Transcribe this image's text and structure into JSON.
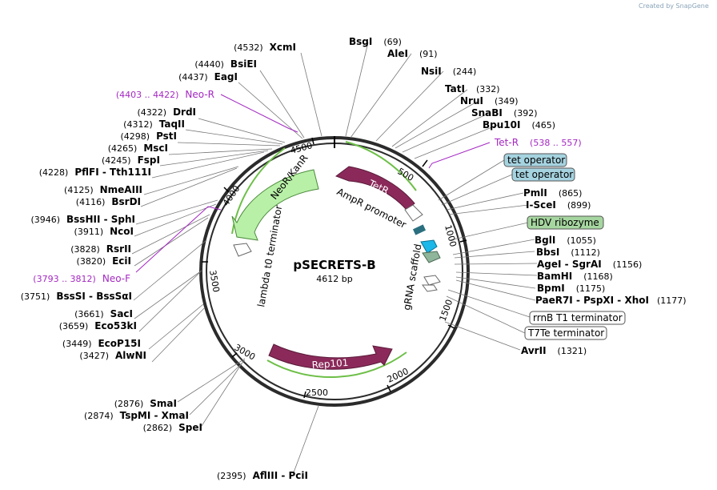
{
  "watermark": "Created by SnapGene",
  "plasmid": {
    "name": "pSECRETS-B",
    "size_label": "4612 bp"
  },
  "ticks": [
    "500",
    "1000",
    "1500",
    "2000",
    "2500",
    "3000",
    "3500",
    "4000",
    "4500"
  ],
  "sites_right": [
    {
      "pos": "(69)",
      "name": "BsgI"
    },
    {
      "pos": "(91)",
      "name": "AleI"
    },
    {
      "pos": "(244)",
      "name": "NsiI"
    },
    {
      "pos": "(332)",
      "name": "TatI"
    },
    {
      "pos": "(349)",
      "name": "NruI"
    },
    {
      "pos": "(392)",
      "name": "SnaBI"
    },
    {
      "pos": "(465)",
      "name": "Bpu10I"
    },
    {
      "pos": "(538 .. 557)",
      "name": "Tet-R",
      "primer": true
    },
    {
      "name": "tet operator",
      "box": true
    },
    {
      "name": "tet operator",
      "box": true
    },
    {
      "pos": "(865)",
      "name": "PmlI"
    },
    {
      "pos": "(899)",
      "name": "I-SceI"
    },
    {
      "name": "HDV ribozyme",
      "box": true
    },
    {
      "pos": "(1055)",
      "name": "BglI"
    },
    {
      "pos": "(1112)",
      "name": "BbsI"
    },
    {
      "pos": "(1156)",
      "name": "AgeI  - SgrAI"
    },
    {
      "pos": "(1168)",
      "name": "BamHI"
    },
    {
      "pos": "(1175)",
      "name": "BpmI"
    },
    {
      "pos": "(1177)",
      "name": "PaeR7I  - PspXI  - XhoI"
    },
    {
      "name": "rrnB T1 terminator",
      "box": true
    },
    {
      "name": "T7Te terminator",
      "box": true
    },
    {
      "pos": "(1321)",
      "name": "AvrII"
    }
  ],
  "sites_left": [
    {
      "pos": "(4532)",
      "name": "XcmI"
    },
    {
      "pos": "(4440)",
      "name": "BsiEI"
    },
    {
      "pos": "(4437)",
      "name": "EagI"
    },
    {
      "pos": "(4403 .. 4422)",
      "name": "Neo-R",
      "primer": true
    },
    {
      "pos": "(4322)",
      "name": "DrdI"
    },
    {
      "pos": "(4312)",
      "name": "TaqII"
    },
    {
      "pos": "(4298)",
      "name": "PstI"
    },
    {
      "pos": "(4265)",
      "name": "MscI"
    },
    {
      "pos": "(4245)",
      "name": "FspI"
    },
    {
      "pos": "(4228)",
      "name": "PflFI  - Tth111I"
    },
    {
      "pos": "(4125)",
      "name": "NmeAIII"
    },
    {
      "pos": "(4116)",
      "name": "BsrDI"
    },
    {
      "pos": "(3946)",
      "name": "BssHII  - SphI"
    },
    {
      "pos": "(3911)",
      "name": "NcoI"
    },
    {
      "pos": "(3828)",
      "name": "RsrII"
    },
    {
      "pos": "(3820)",
      "name": "EciI"
    },
    {
      "pos": "(3793 .. 3812)",
      "name": "Neo-F",
      "primer": true
    },
    {
      "pos": "(3751)",
      "name": "BssSI  - BssSαI"
    },
    {
      "pos": "(3661)",
      "name": "SacI"
    },
    {
      "pos": "(3659)",
      "name": "Eco53kI"
    },
    {
      "pos": "(3449)",
      "name": "EcoP15I"
    },
    {
      "pos": "(3427)",
      "name": "AlwNI"
    }
  ],
  "sites_bottom": [
    {
      "pos": "(2876)",
      "name": "SmaI"
    },
    {
      "pos": "(2874)",
      "name": "TspMI  - XmaI"
    },
    {
      "pos": "(2862)",
      "name": "SpeI"
    },
    {
      "pos": "(2395)",
      "name": "AflIII   - PciI"
    }
  ],
  "features": {
    "tetr": "TetR",
    "ampr_promoter": "AmpR promoter",
    "neo": "NeoR/KanR",
    "lambda": "lambda t0 terminator",
    "grna": "gRNA scaffold",
    "rep": "Rep101"
  },
  "colors": {
    "feature_purple": "#8b2a5a",
    "arrow_green": "#b9f0a8",
    "box_blue": "#a6d3e0",
    "box_green": "#a6d6a0",
    "primer": "#a428c2",
    "backbone": "#2b2b2b"
  }
}
